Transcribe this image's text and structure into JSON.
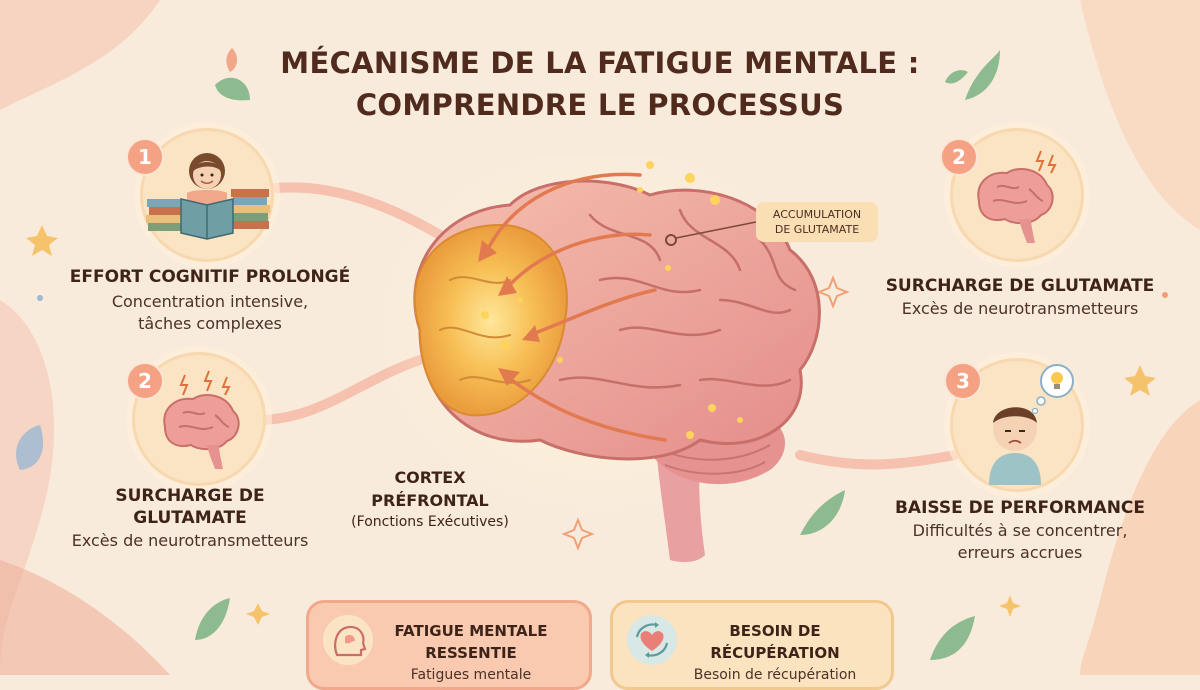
{
  "title": {
    "line1": "MÉCANISME DE LA FATIGUE MENTALE :",
    "line2": "COMPRENDRE LE PROCESSUS"
  },
  "steps": [
    {
      "number": "1",
      "title": "EFFORT COGNITIF PROLONGÉ",
      "desc1": "Concentration intensive,",
      "desc2": "tâches complexes",
      "icon": "student-reading-books-icon"
    },
    {
      "number": "2",
      "title1": "SURCHARGE DE",
      "title2": "GLUTAMATE",
      "desc": "Excès de neurotransmetteurs",
      "icon": "brain-lightning-icon"
    },
    {
      "number": "2",
      "title": "SURCHARGE DE GLUTAMATE",
      "desc": "Excès de neurotransmetteurs",
      "icon": "brain-lightning-icon"
    },
    {
      "number": "3",
      "title": "BAISSE DE PERFORMANCE",
      "desc1": "Difficultés à se concentrer,",
      "desc2": "erreurs accrues",
      "icon": "tired-person-lightbulb-icon"
    }
  ],
  "brain": {
    "tag_line1": "ACCUMULATION",
    "tag_line2": "DE GLUTAMATE",
    "cortex_line1": "CORTEX",
    "cortex_line2": "PRÉFRONTAL",
    "cortex_sub": "(Fonctions Exécutives)"
  },
  "cards": [
    {
      "title1": "FATIGUE MENTALE",
      "title2": "RESSENTIE",
      "desc": "Fatigues mentale",
      "icon": "head-icon"
    },
    {
      "title1": "BESOIN DE",
      "title2": "RÉCUPÉRATION",
      "desc": "Besoin de récupération",
      "icon": "heart-recycle-icon"
    }
  ],
  "colors": {
    "background": "#f9ebdc",
    "accent": "#f4a184",
    "cortex_glow": "#f4b54a",
    "brain": "#eda59a",
    "title": "#4f2a1d"
  }
}
